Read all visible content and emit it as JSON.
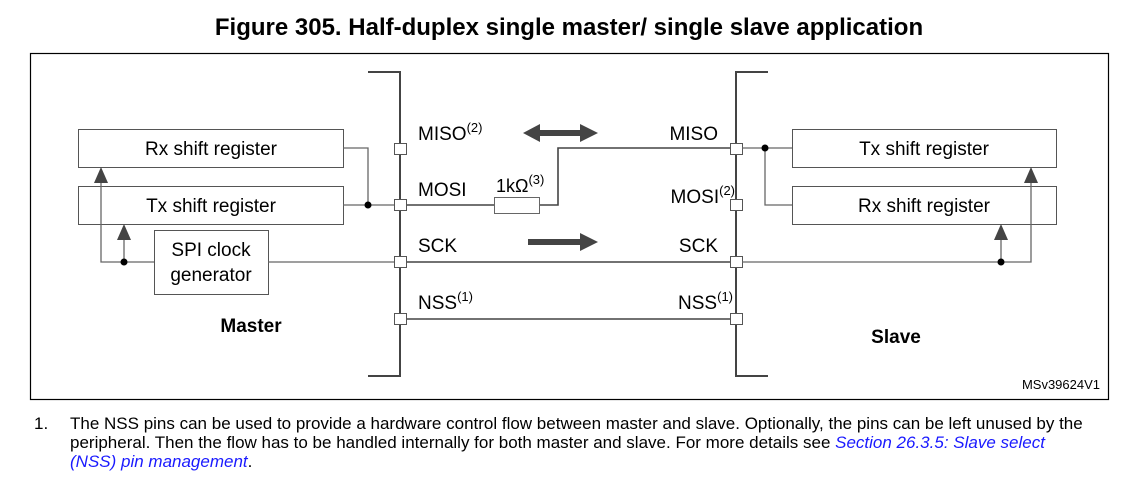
{
  "figure_title": "Figure 305. Half-duplex single master/ single slave application",
  "master": {
    "label": "Master",
    "rx_register": "Rx shift register",
    "tx_register": "Tx shift register",
    "clock_line1": "SPI clock",
    "clock_line2": "generator",
    "pins": {
      "miso": "MISO",
      "miso_note": "(2)",
      "mosi": "MOSI",
      "sck": "SCK",
      "nss": "NSS",
      "nss_note": "(1)"
    }
  },
  "slave": {
    "label": "Slave",
    "tx_register": "Tx shift register",
    "rx_register": "Rx shift register",
    "pins": {
      "miso": "MISO",
      "mosi": "MOSI",
      "mosi_note": "(2)",
      "sck": "SCK",
      "nss": "NSS",
      "nss_note": "(1)"
    }
  },
  "resistor": {
    "label": "1kΩ",
    "note": "(3)"
  },
  "figure_id": "MSv39624V1",
  "footnotes": [
    {
      "number": "1.",
      "text": "The NSS pins can be used to provide a hardware control flow between master and slave. Optionally, the pins can be left unused by the peripheral. Then the flow has to be handled internally for both master and slave. For more details see ",
      "link": "Section 26.3.5: Slave select (NSS) pin management",
      "end": "."
    }
  ]
}
